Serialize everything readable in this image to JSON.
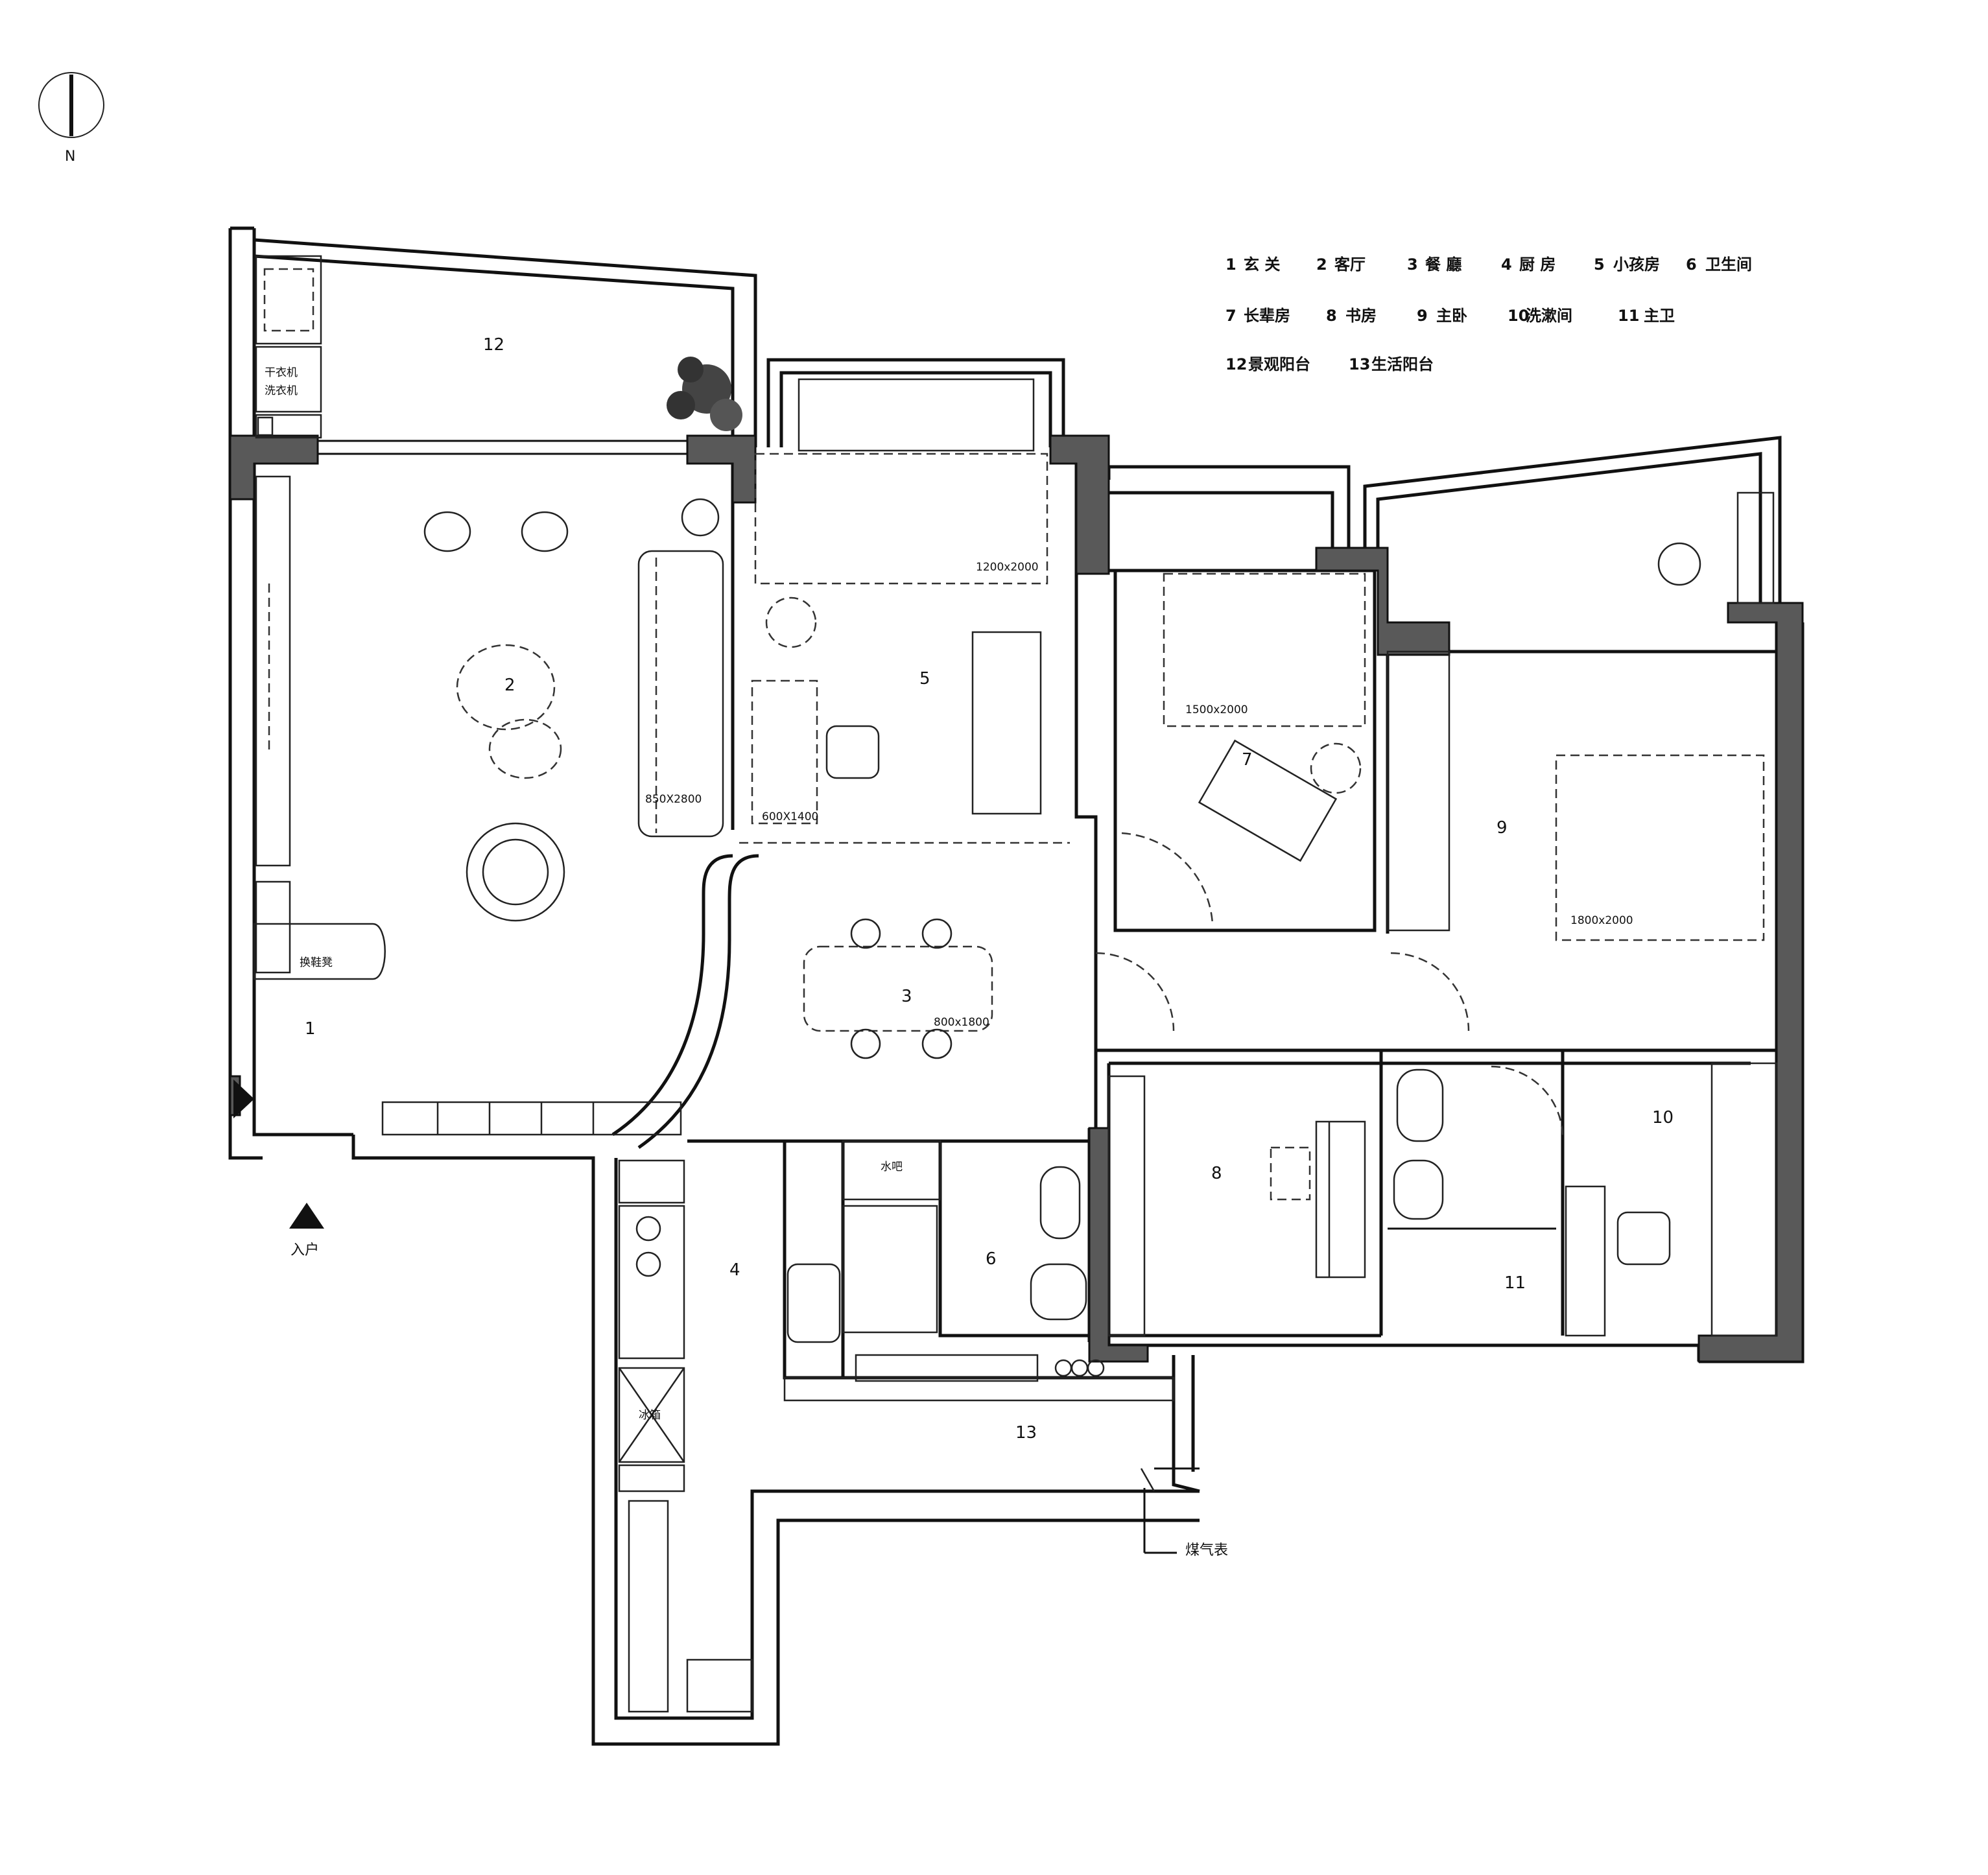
{
  "compass": {
    "letter": "N"
  },
  "legend": [
    {
      "num": "1",
      "name": "玄 关"
    },
    {
      "num": "2",
      "name": "客厅"
    },
    {
      "num": "3",
      "name": "餐 廳"
    },
    {
      "num": "4",
      "name": "厨 房"
    },
    {
      "num": "5",
      "name": "小孩房"
    },
    {
      "num": "6",
      "name": "卫生间"
    },
    {
      "num": "7",
      "name": "长辈房"
    },
    {
      "num": "8",
      "name": "书房"
    },
    {
      "num": "9",
      "name": "主卧"
    },
    {
      "num": "10",
      "name": "洗漱间"
    },
    {
      "num": "11",
      "name": "主卫"
    },
    {
      "num": "12",
      "name": "景观阳台"
    },
    {
      "num": "13",
      "name": "生活阳台"
    }
  ],
  "rooms": {
    "r1": "1",
    "r2": "2",
    "r3": "3",
    "r4": "4",
    "r5": "5",
    "r6": "6",
    "r7": "7",
    "r8": "8",
    "r9": "9",
    "r10": "10",
    "r11": "11",
    "r12": "12",
    "r13": "13"
  },
  "labels": {
    "dryer": "干衣机",
    "washer": "洗衣机",
    "shoe_bench": "换鞋凳",
    "entrance": "入户",
    "water_bar": "水吧",
    "fridge": "冰箱",
    "gas_meter": "煤气表"
  },
  "dimensions": {
    "sofa": "850X2800",
    "bed5": "1200x2000",
    "desk5": "600X1400",
    "bed7": "1500x2000",
    "table3": "800x1800",
    "bed9": "1800x2000"
  }
}
